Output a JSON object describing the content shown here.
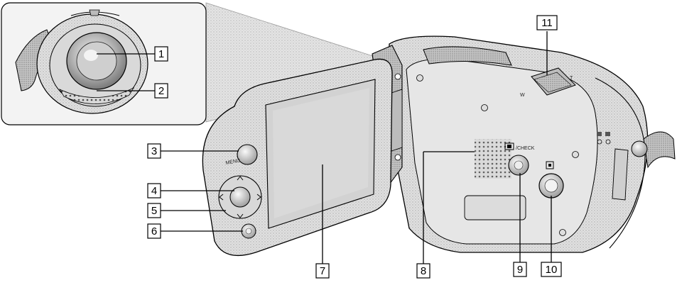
{
  "diagram": {
    "callouts": [
      "1",
      "2",
      "3",
      "4",
      "5",
      "6",
      "7",
      "8",
      "9",
      "10",
      "11"
    ],
    "printed_labels": {
      "menu": "MENU",
      "check": "/CHECK"
    },
    "icons": {
      "lens": "camera-lens-icon",
      "speaker": "speaker-grille-icon",
      "joystick": "joystick-icon",
      "power": "power-button-icon",
      "display_check": "display-check-icon",
      "record": "record-button-icon",
      "zoom": "zoom-lever-icon"
    },
    "colors": {
      "line": "#000000",
      "body_shade": "#d6d6d6",
      "inset_bg": "#efefef"
    }
  }
}
